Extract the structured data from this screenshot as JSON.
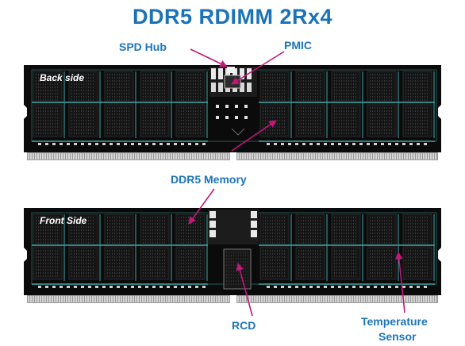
{
  "title": "DDR5 RDIMM 2Rx4",
  "labels": {
    "spd_hub": "SPD Hub",
    "pmic": "PMIC",
    "ddr5_memory": "DDR5 Memory",
    "rcd": "RCD",
    "temperature_sensor_line1": "Temperature",
    "temperature_sensor_line2": "Sensor"
  },
  "modules": {
    "back": {
      "side_label": "Back side"
    },
    "front": {
      "side_label": "Front Side"
    }
  },
  "colors": {
    "title": "#1a73b8",
    "label": "#1b75bb",
    "pcb": "#0b0b0b",
    "trace": "#3fa6a6",
    "pin": "#c9c9c9",
    "arrow": "#c2187a"
  }
}
